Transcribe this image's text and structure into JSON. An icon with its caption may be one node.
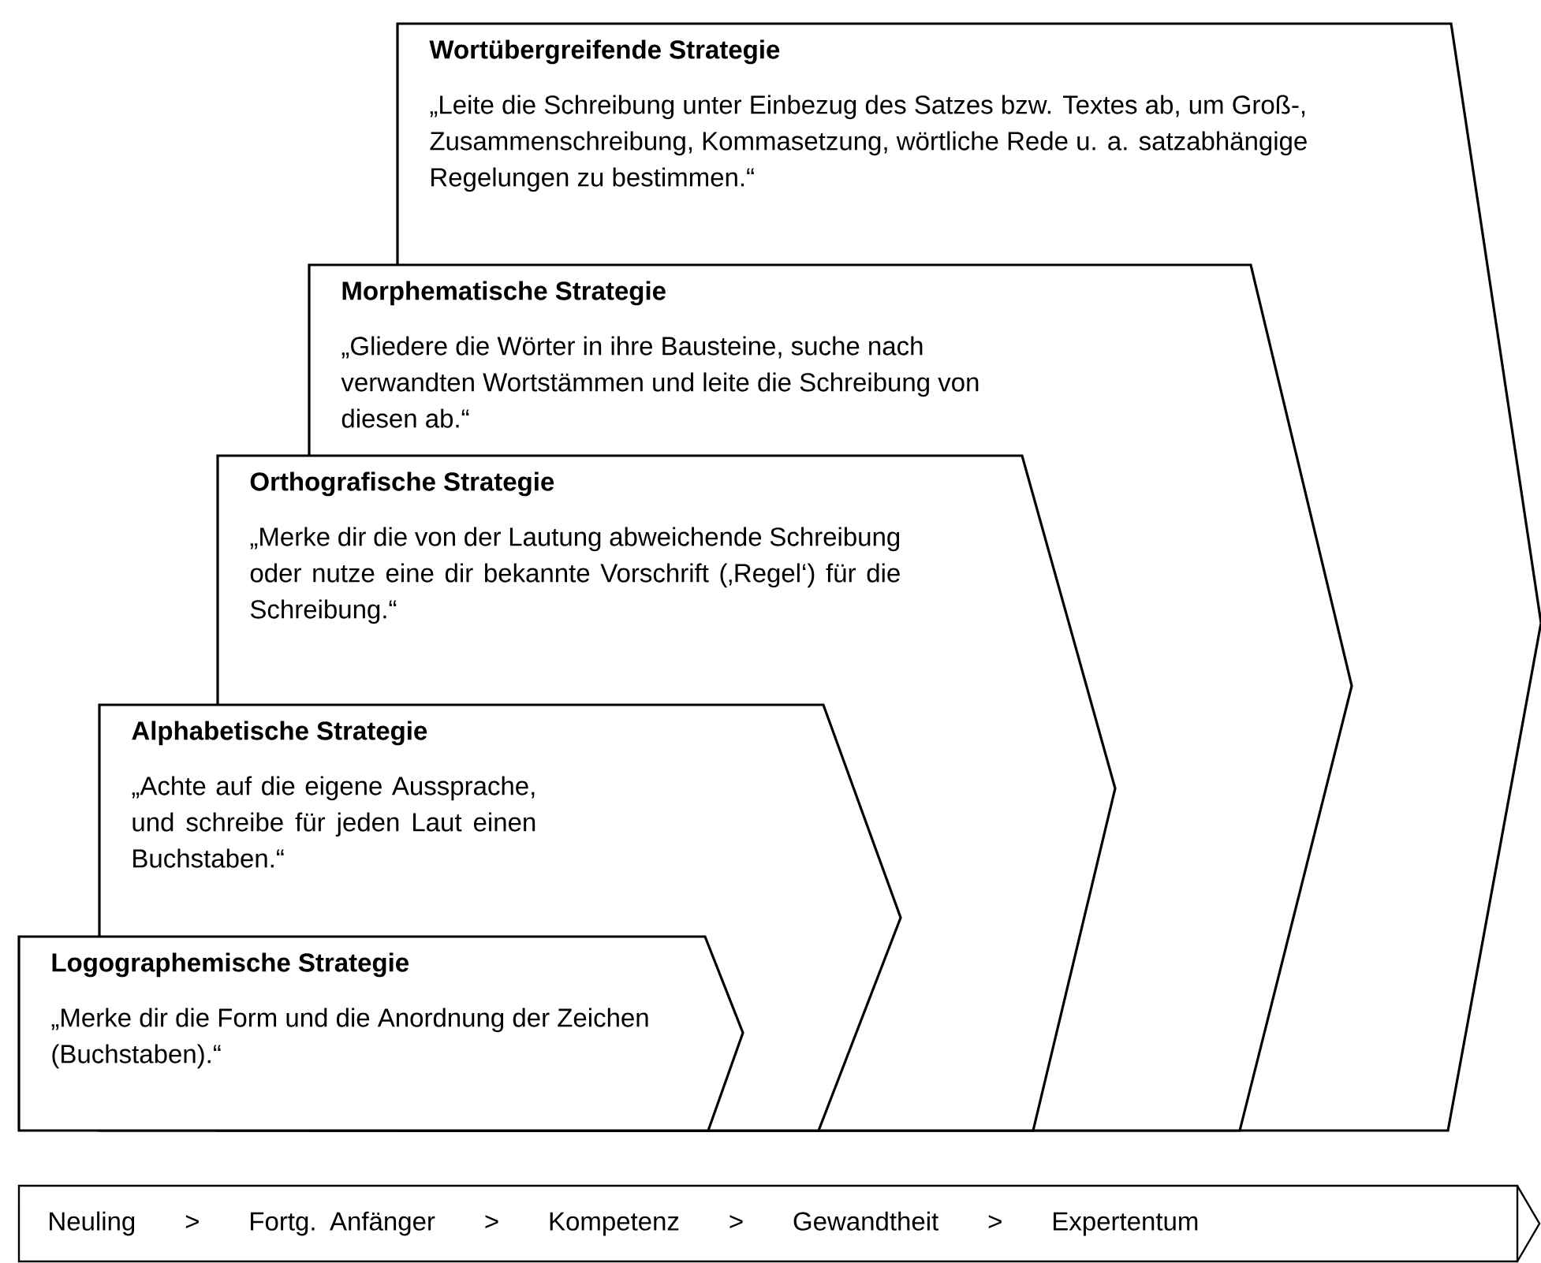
{
  "diagram": {
    "nodes": [
      {
        "text": [
          "Wortübergreifende Strategie",
          "„Leite die Schreibung unter Einbezug des Satzes bzw. Textes ab, um Groß-, Zusammenschreibung, Kommasetzung, wörtliche Rede u. a. satzabhängige Regelungen zu bestimmen.“"
        ]
      },
      {
        "text": [
          "Morphematische Strategie",
          "„Gliedere die Wörter in ihre Bausteine, suche nach verwandten Wortstämmen und leite die Schreibung von diesen ab.“"
        ]
      },
      {
        "text": [
          "Orthografische Strategie",
          "„Merke dir die von der Lautung abweichende Schreibung oder nutze eine dir bekannte Vorschrift (‚Regel‘) für die Schreibung.“"
        ]
      },
      {
        "text": [
          "Alphabetische Strategie",
          "„Achte auf die eigene Aussprache, und schreibe für jeden Laut einen Buchstaben.“"
        ]
      },
      {
        "text": [
          "Logographemische Strategie",
          "„Merke dir die Form und die Anordnung der Zeichen (Buchstaben).“"
        ]
      },
      {
        "text": [
          "Neuling",
          ">",
          "Fortg. Anfänger",
          ">",
          "Kompetenz",
          ">",
          "Gewandtheit",
          ">",
          "Expertentum"
        ]
      }
    ]
  }
}
